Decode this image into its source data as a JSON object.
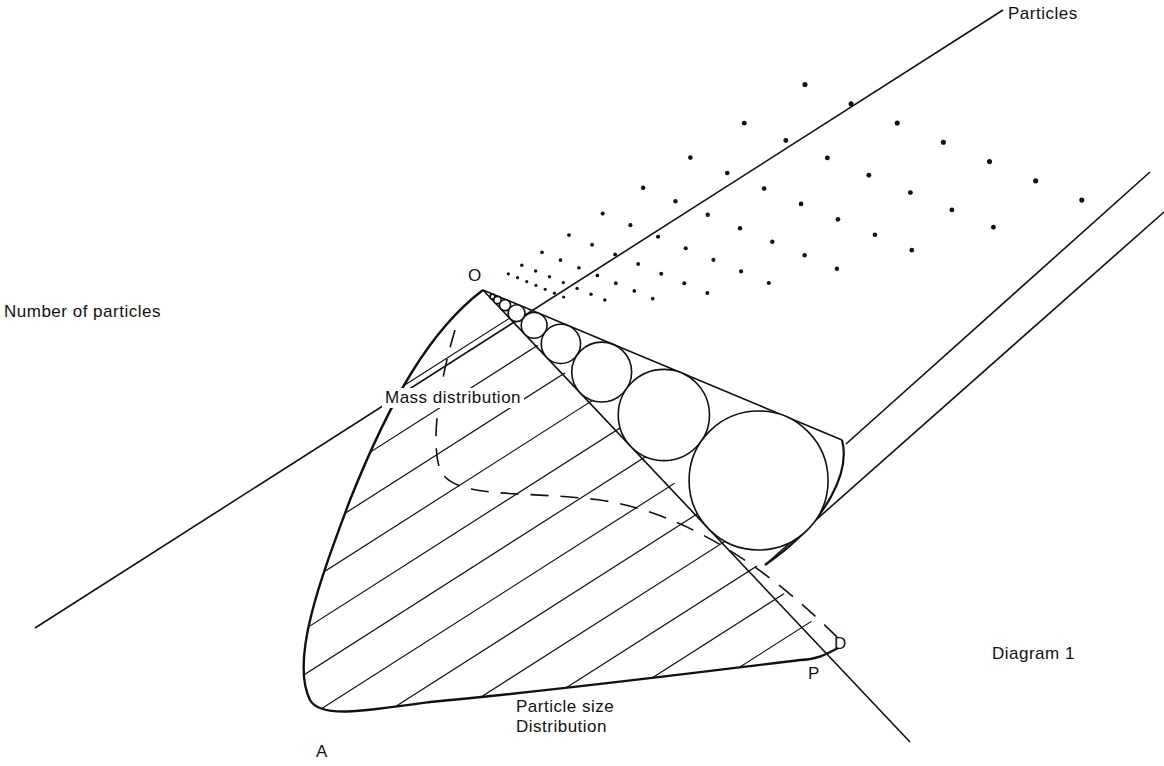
{
  "diagram": {
    "labels": [
      "Particles",
      "O",
      "Number of particles",
      "Mass distribution",
      "D",
      "P",
      "A",
      "Particle size Distribution",
      "Diagram 1"
    ]
  }
}
